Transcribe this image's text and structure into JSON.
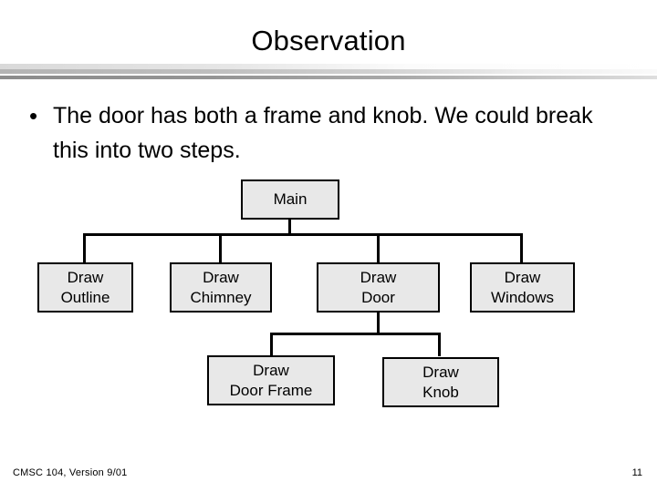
{
  "slide": {
    "title": "Observation",
    "bullet": {
      "marker": "•",
      "text": "The door has both a frame and knob.  We could break this into two steps."
    },
    "footer": {
      "course": "CMSC 104, Version 9/01",
      "page_number": "11"
    },
    "colors": {
      "background": "#ffffff",
      "text": "#000000",
      "box_fill": "#e8e8e8",
      "box_border": "#000000",
      "rule_light": "#d9d9d9",
      "rule_mid": "#b4b4b4",
      "rule_dark": "#8c8c8c"
    }
  },
  "diagram": {
    "type": "hierarchy-tree",
    "nodes": [
      {
        "id": "main",
        "label": "Main",
        "level": 0
      },
      {
        "id": "outline",
        "label": "Draw\nOutline",
        "level": 1
      },
      {
        "id": "chimney",
        "label": "Draw\nChimney",
        "level": 1
      },
      {
        "id": "door",
        "label": "Draw\nDoor",
        "level": 1
      },
      {
        "id": "windows",
        "label": "Draw\nWindows",
        "level": 1
      },
      {
        "id": "doorframe",
        "label": "Draw\nDoor Frame",
        "level": 2
      },
      {
        "id": "knob",
        "label": "Draw\nKnob",
        "level": 2
      }
    ],
    "edges": [
      {
        "from": "main",
        "to": "outline"
      },
      {
        "from": "main",
        "to": "chimney"
      },
      {
        "from": "main",
        "to": "door"
      },
      {
        "from": "main",
        "to": "windows"
      },
      {
        "from": "door",
        "to": "doorframe"
      },
      {
        "from": "door",
        "to": "knob"
      }
    ]
  }
}
